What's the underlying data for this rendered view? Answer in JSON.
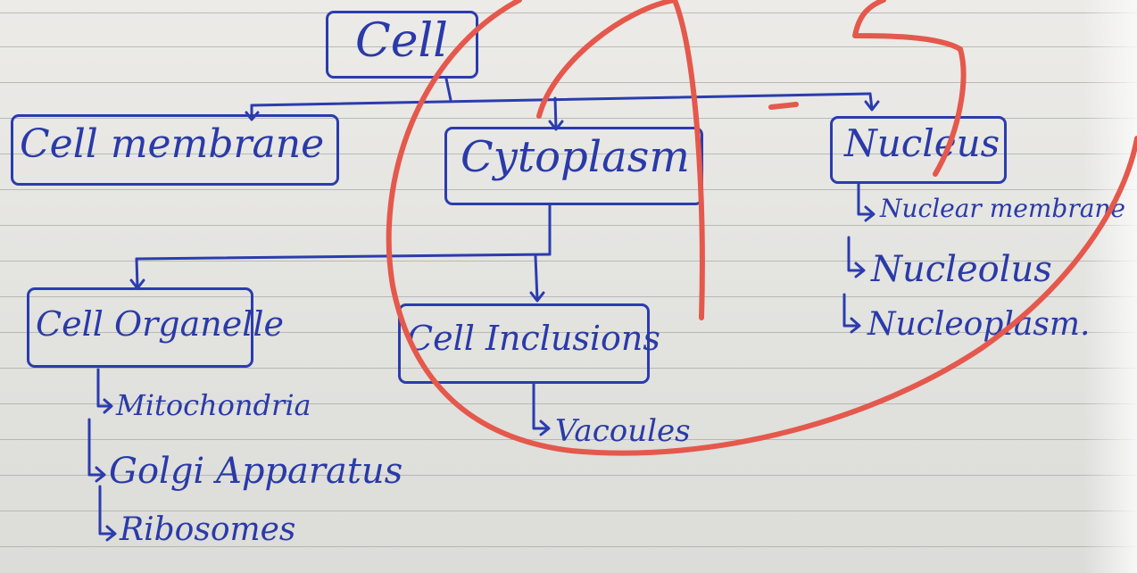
{
  "diagram": {
    "root": "Cell",
    "level1": {
      "membrane": "Cell membrane",
      "cytoplasm": "Cytoplasm",
      "nucleus": "Nucleus"
    },
    "level2": {
      "organelles": "Cell Organelle",
      "inclusions": "Cell Inclusions"
    },
    "nucleus_parts": [
      "Nuclear membrane",
      "Nucleolus",
      "Nucleoplasm."
    ],
    "organelle_parts": [
      "Mitochondria",
      "Golgi Apparatus",
      "Ribosomes"
    ],
    "inclusion_parts": [
      "Vacoules"
    ]
  },
  "colors": {
    "ink": "#2a3aa8",
    "annotation": "#e5584c",
    "paper": "#e8e8e5"
  }
}
